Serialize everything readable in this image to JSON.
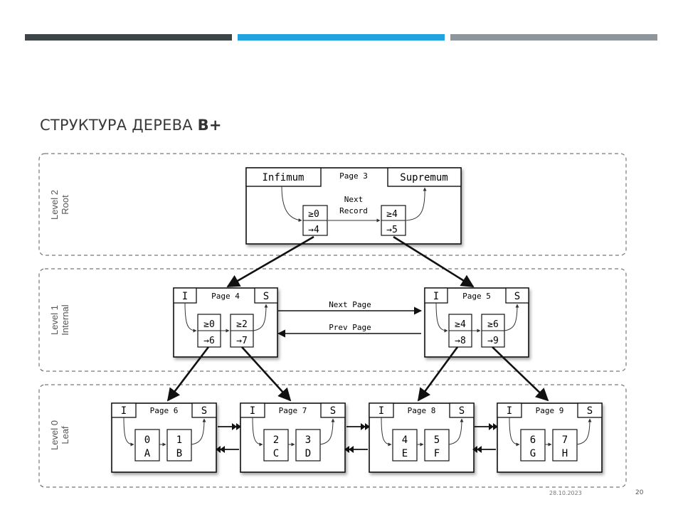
{
  "slide": {
    "title_prefix": "СТРУКТУРА ДЕРЕВА ",
    "title_bold": "B+",
    "date": "28.10.2023",
    "page_number": "20"
  },
  "colors": {
    "bar_dark": "#3e4548",
    "bar_blue": "#21a3df",
    "bar_gray": "#8e969c"
  },
  "levels": [
    {
      "line1": "Level 2",
      "line2": "Root"
    },
    {
      "line1": "Level 1",
      "line2": "Internal"
    },
    {
      "line1": "Level 0",
      "line2": "Leaf"
    }
  ],
  "root": {
    "infimum": "Infimum",
    "supremum": "Supremum",
    "page": "Page 3",
    "next_record_1": "Next",
    "next_record_2": "Record",
    "records": [
      {
        "key": "≥0",
        "ptr": "→4"
      },
      {
        "key": "≥4",
        "ptr": "→5"
      }
    ]
  },
  "internal": [
    {
      "inf": "I",
      "sup": "S",
      "page": "Page 4",
      "records": [
        {
          "key": "≥0",
          "ptr": "→6"
        },
        {
          "key": "≥2",
          "ptr": "→7"
        }
      ]
    },
    {
      "inf": "I",
      "sup": "S",
      "page": "Page 5",
      "records": [
        {
          "key": "≥4",
          "ptr": "→8"
        },
        {
          "key": "≥6",
          "ptr": "→9"
        }
      ]
    }
  ],
  "internal_links": {
    "next": "Next Page",
    "prev": "Prev Page"
  },
  "leaves": [
    {
      "inf": "I",
      "sup": "S",
      "page": "Page 6",
      "records": [
        {
          "key": "0",
          "val": "A"
        },
        {
          "key": "1",
          "val": "B"
        }
      ]
    },
    {
      "inf": "I",
      "sup": "S",
      "page": "Page 7",
      "records": [
        {
          "key": "2",
          "val": "C"
        },
        {
          "key": "3",
          "val": "D"
        }
      ]
    },
    {
      "inf": "I",
      "sup": "S",
      "page": "Page 8",
      "records": [
        {
          "key": "4",
          "val": "E"
        },
        {
          "key": "5",
          "val": "F"
        }
      ]
    },
    {
      "inf": "I",
      "sup": "S",
      "page": "Page 9",
      "records": [
        {
          "key": "6",
          "val": "G"
        },
        {
          "key": "7",
          "val": "H"
        }
      ]
    }
  ]
}
